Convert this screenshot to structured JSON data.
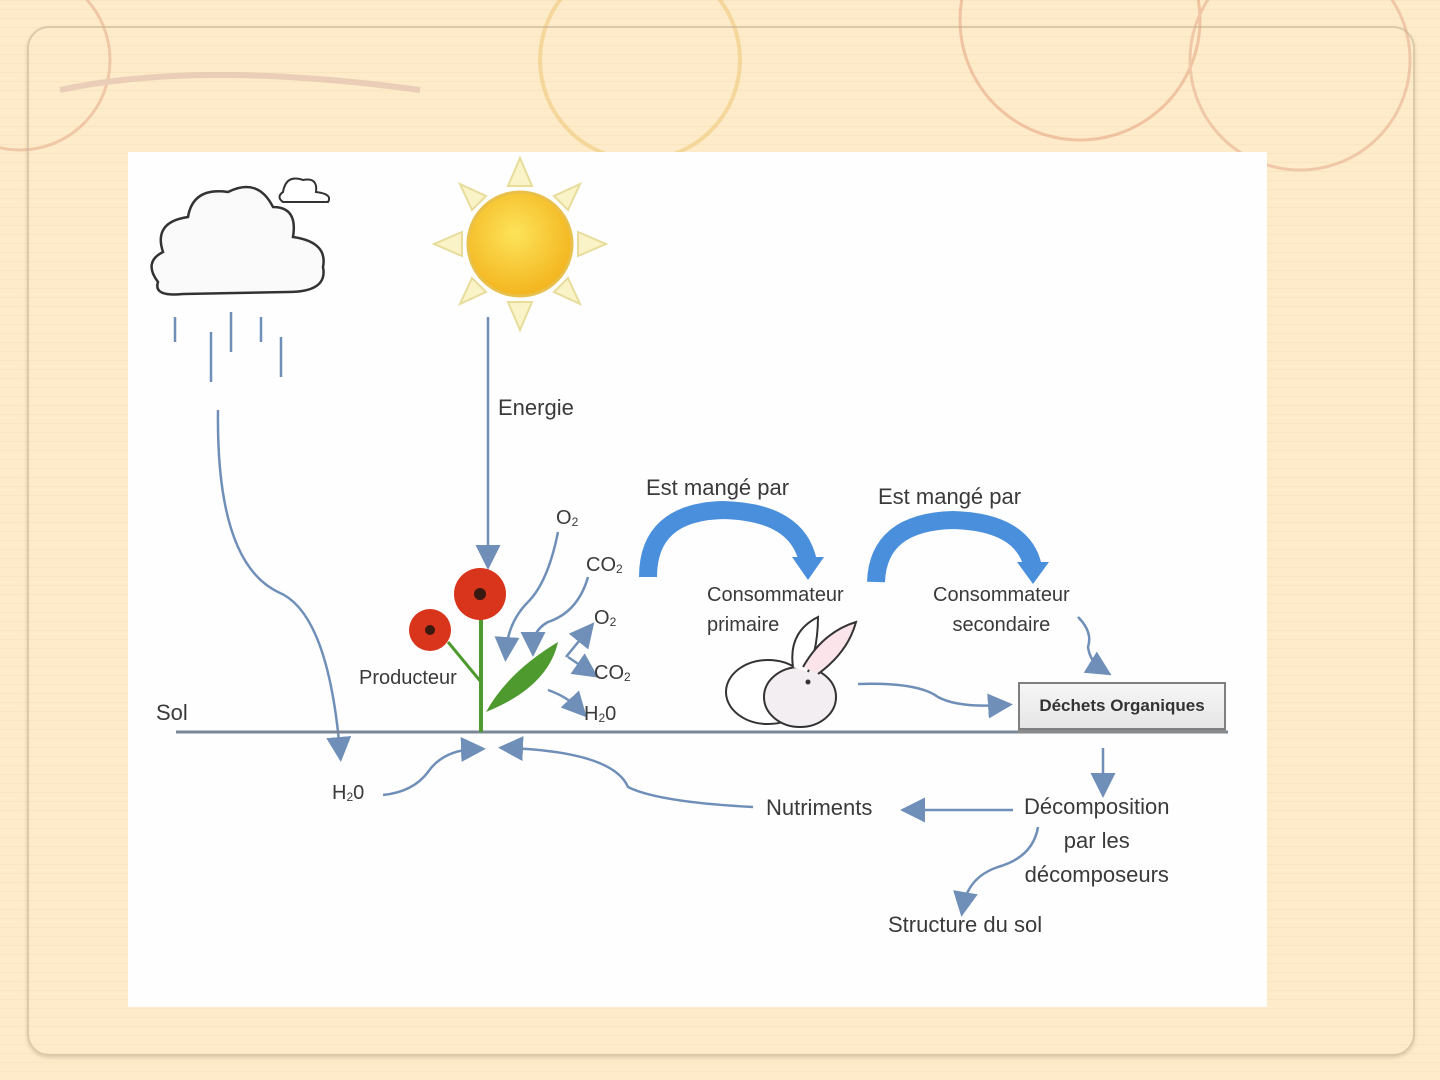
{
  "slide": {
    "diagram": {
      "title": "",
      "labels": {
        "energy": "Energie",
        "eaten_by_1": "Est mangé par",
        "eaten_by_2": "Est mangé par",
        "o2_in": "O",
        "co2_in": "CO",
        "o2_out": "O",
        "co2_out": "CO",
        "h2o_out": "H",
        "h2o_out_tail": "0",
        "sub2": "2",
        "producer": "Producteur",
        "soil": "Sol",
        "h2o_soil": "H",
        "h2o_soil_tail": "0",
        "primary_consumer_l1": "Consommateur",
        "primary_consumer_l2": "primaire",
        "secondary_consumer_l1": "Consommateur",
        "secondary_consumer_l2": "secondaire",
        "organic_waste": "Déchets Organiques",
        "nutrients": "Nutriments",
        "decomposition_l1": "Décomposition",
        "decomposition_l2": "par les",
        "decomposition_l3": "décomposeurs",
        "soil_structure": "Structure du sol"
      },
      "icons": {
        "cloud": "rain-cloud-icon",
        "sun": "sun-icon",
        "plant": "poppy-plant-icon",
        "rabbit": "rabbit-icon"
      },
      "colors": {
        "arrow": "#6f8fb8",
        "big_arrow": "#4a8fdc",
        "sun": "#f7c933",
        "flower": "#d9341c",
        "leaf": "#4f9a2f",
        "soil_line": "#7b8797"
      }
    }
  }
}
